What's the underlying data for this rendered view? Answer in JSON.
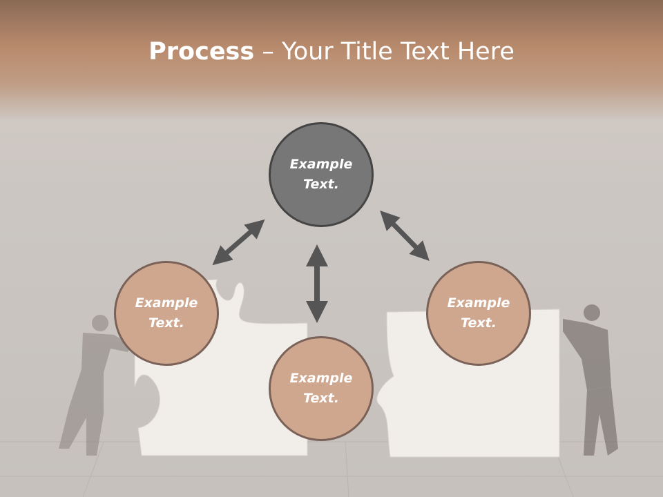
{
  "slide": {
    "title_bold": "Process",
    "title_rest": " – Your Title Text Here"
  },
  "nodes": {
    "top": "Example\nText.",
    "left": "Example\nText.",
    "right": "Example\nText.",
    "bottom": "Example\nText."
  },
  "colors": {
    "header": "#b98b6d",
    "top_circle": "#777777",
    "tan_circle": "#cfa78f",
    "arrow": "#555555"
  }
}
